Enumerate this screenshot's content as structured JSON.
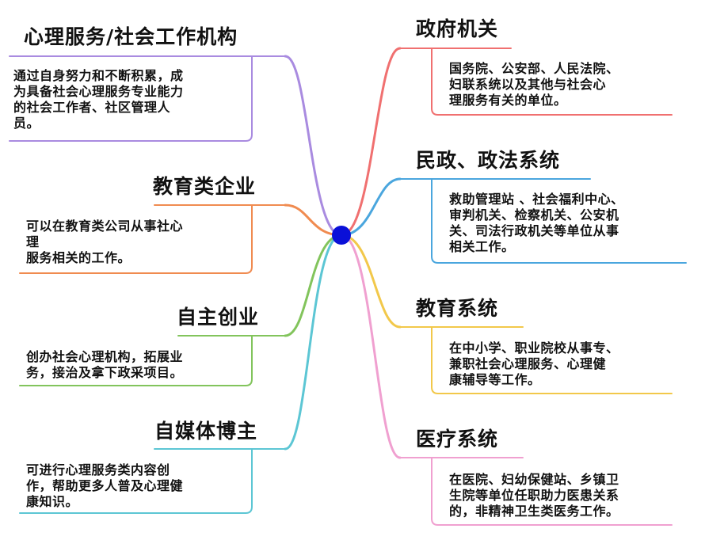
{
  "center_color": "#0a10d8",
  "left_branches": [
    {
      "title": "心理服务/社会工作机构",
      "text": "通过自身努力和不断积累，成\n为具备社会心理服务专业能力\n的社会工作者、社区管理人\n员。",
      "color": "#a98be0"
    },
    {
      "title": "教育类企业",
      "text": "可以在教育类公司从事社心\n理\n服务相关的工作。",
      "color": "#f08b50"
    },
    {
      "title": "自主创业",
      "text": "创办社会心理机构，拓展业\n务，接治及拿下政采项目。",
      "color": "#82c45c"
    },
    {
      "title": "自媒体博主",
      "text": "可进行心理服务类内容创\n作，帮助更多人普及心理健\n康知识。",
      "color": "#5cc6d4"
    }
  ],
  "right_branches": [
    {
      "title": "政府机关",
      "text": "国务院、公安部、人民法院、\n妇联系统以及其他与社会心\n理服务有关的单位。",
      "color": "#f07070"
    },
    {
      "title": "民政、政法系统",
      "text": "救助管理站 、社会福利中心、\n审判机关、检察机关、公安机\n关、司法行政机关等单位从事\n相关工作。",
      "color": "#4aa6de"
    },
    {
      "title": "教育系统",
      "text": "在中小学、职业院校从事专、\n兼职社会心理服务、心理健\n康辅导等工作。",
      "color": "#f2c84a"
    },
    {
      "title": "医疗系统",
      "text": "在医院、妇幼保健站、乡镇卫\n生院等单位任职助力医患关系\n的，非精神卫生类医务工作。",
      "color": "#f0a0d0"
    }
  ]
}
